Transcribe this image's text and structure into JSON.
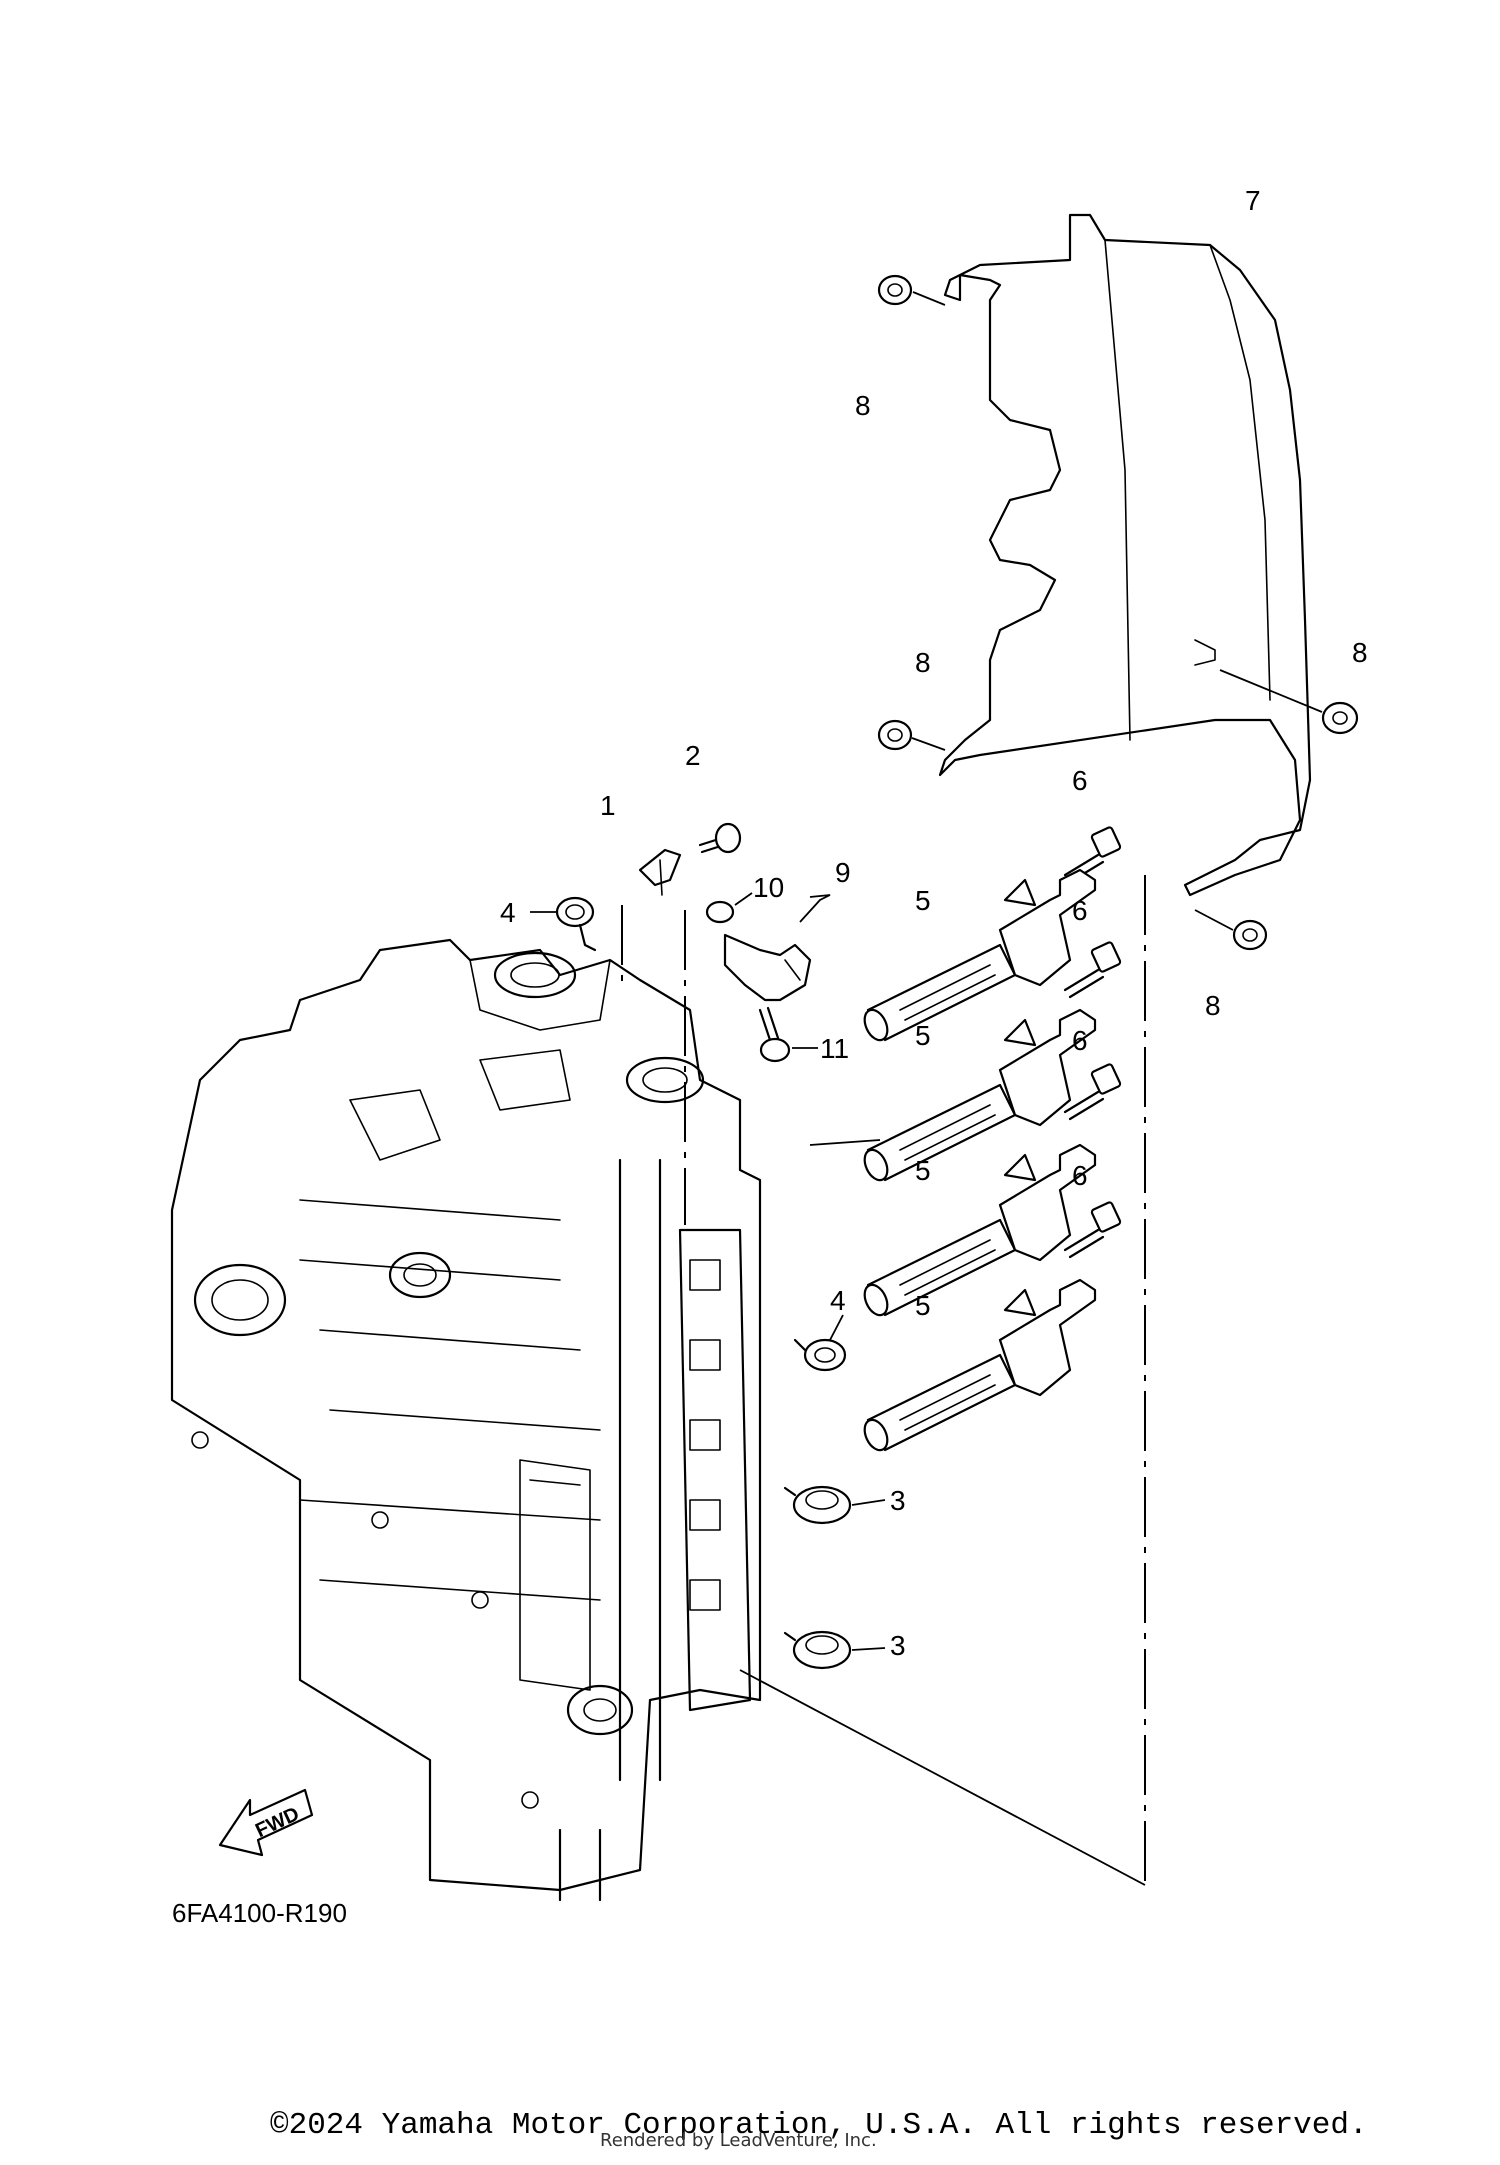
{
  "callouts": [
    "1",
    "2",
    "3",
    "4",
    "5",
    "6",
    "7",
    "8",
    "9",
    "10",
    "11"
  ],
  "diagram_code": "6FA4100-R190",
  "fwd_label": "FWD",
  "copyright": "©2024 Yamaha Motor Corporation, U.S.A. All rights reserved.",
  "rendered_by": "Rendered by LeadVenture, Inc."
}
